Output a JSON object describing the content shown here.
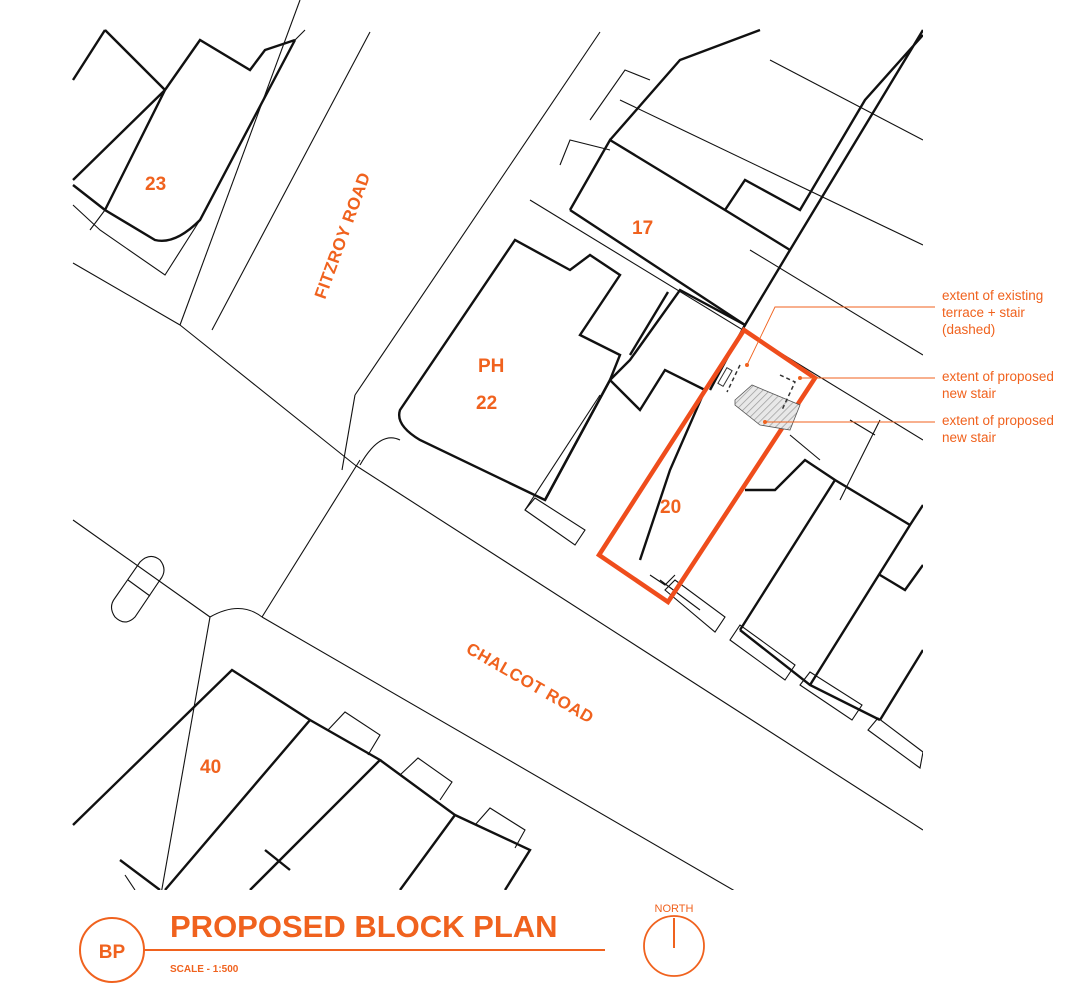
{
  "plan": {
    "house_numbers": {
      "h23": "23",
      "h17": "17",
      "ph": "PH",
      "h22": "22",
      "h20": "20",
      "h40": "40"
    },
    "roads": {
      "fitzroy": "FITZROY ROAD",
      "chalcot": "CHALCOT ROAD"
    },
    "annotations": [
      "extent of existing",
      "terrace + stair",
      "(dashed)",
      "extent of proposed",
      "new stair",
      "extent of proposed",
      "new stair"
    ]
  },
  "title_block": {
    "badge": "BP",
    "title": "PROPOSED BLOCK PLAN",
    "scale": "SCALE - 1:500",
    "north_label": "NORTH"
  },
  "colors": {
    "accent": "#f0621e",
    "site_outline": "#ef4d1c",
    "linework": "#111111"
  }
}
